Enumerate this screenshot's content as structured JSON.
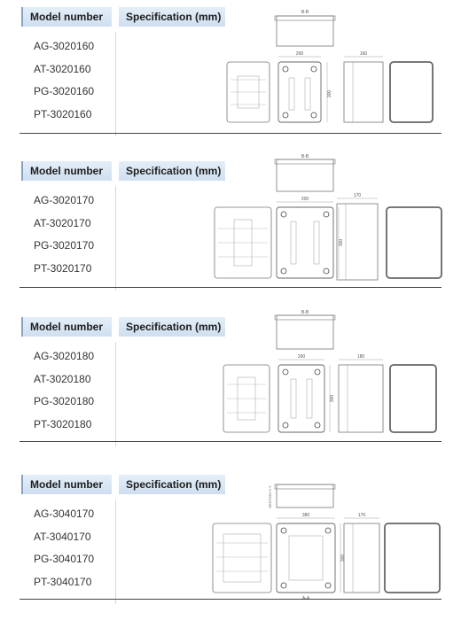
{
  "headers": {
    "model": "Model number",
    "spec": "Specification (mm)"
  },
  "sections": [
    {
      "models": [
        "AG-3020160",
        "AT-3020160",
        "PG-3020160",
        "PT-3020160"
      ],
      "dims": {
        "section": "B-B",
        "width": "200",
        "height": "300",
        "depth": "160"
      }
    },
    {
      "models": [
        "AG-3020170",
        "AT-3020170",
        "PG-3020170",
        "PT-3020170"
      ],
      "dims": {
        "section": "B-B",
        "width": "200",
        "height": "300",
        "depth": "170"
      }
    },
    {
      "models": [
        "AG-3020180",
        "AT-3020180",
        "PG-3020180",
        "PT-3020180"
      ],
      "dims": {
        "section": "B-B",
        "width": "200",
        "height": "300",
        "depth": "180"
      }
    },
    {
      "models": [
        "AG-3040170",
        "AT-3040170",
        "PG-3040170",
        "PT-3040170"
      ],
      "dims": {
        "section": "SECTION Y-Y",
        "width": "380",
        "height": "300",
        "depth": "170",
        "view": "A-A"
      }
    }
  ]
}
